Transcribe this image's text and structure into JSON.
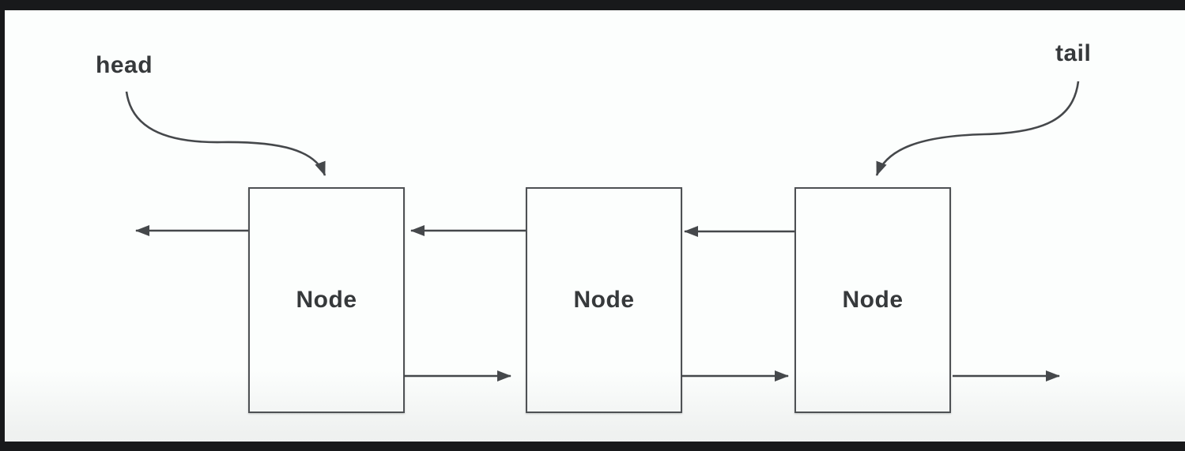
{
  "labels": {
    "head": "head",
    "tail": "tail"
  },
  "nodes": [
    {
      "label": "Node"
    },
    {
      "label": "Node"
    },
    {
      "label": "Node"
    }
  ],
  "colors": {
    "frame": "#18191b",
    "background": "#fcfefd",
    "line": "#45484b",
    "box_border": "#4e5154",
    "text": "#36393b"
  }
}
